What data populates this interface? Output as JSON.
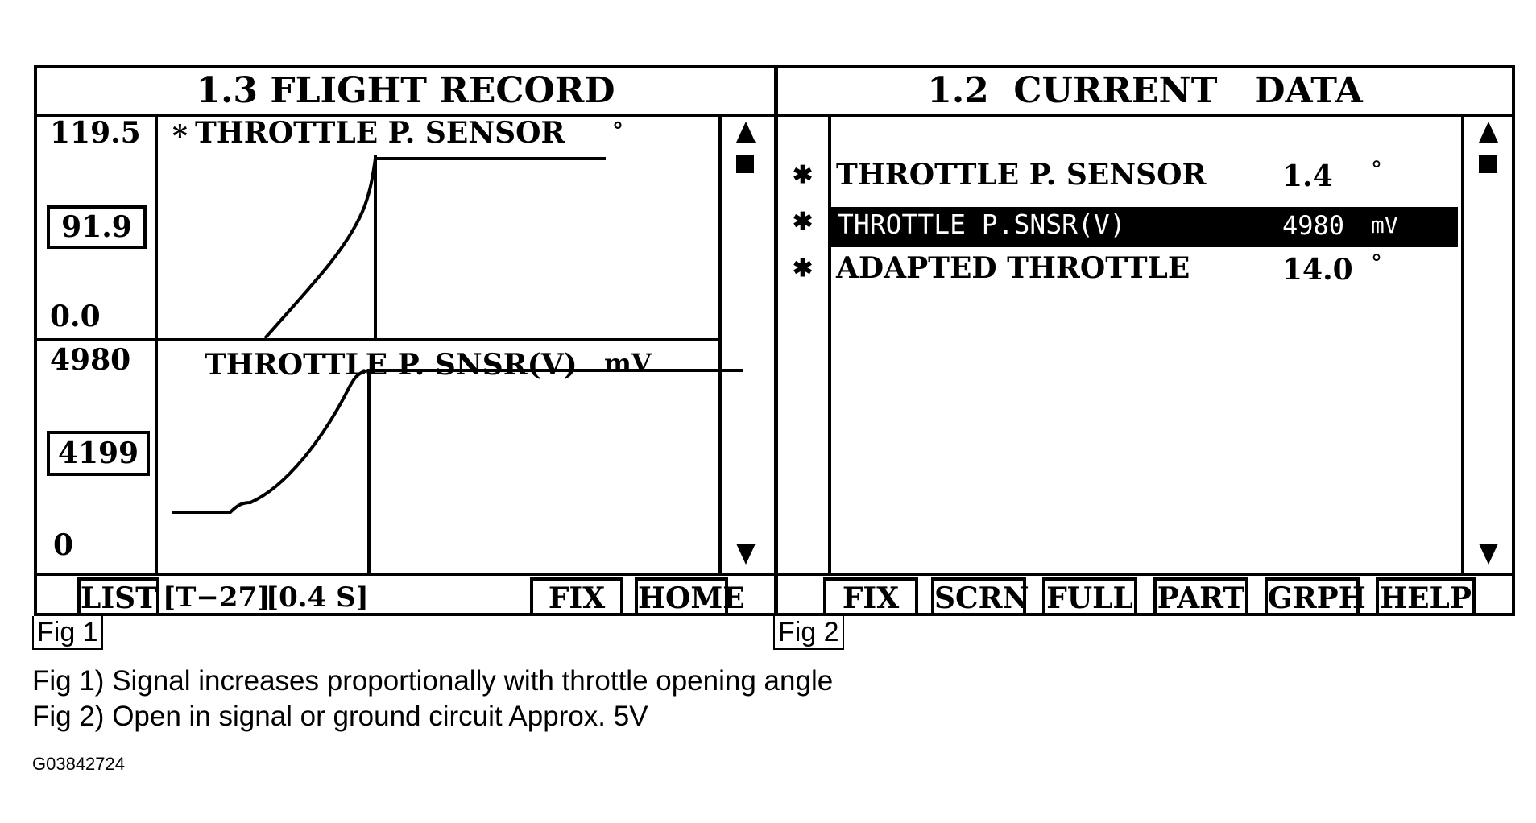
{
  "fig1": {
    "title": "1.3 FLIGHT RECORD",
    "scrollbar": {
      "up_icon": "triangle-up-icon",
      "thumb_icon": "square-thumb-icon",
      "down_icon": "triangle-down-icon"
    },
    "graph1": {
      "max": "119.5",
      "current": "91.9",
      "min": "0.0",
      "marker": "*",
      "label": "THROTTLE P. SENSOR",
      "unit": "°"
    },
    "graph2": {
      "max": "4980",
      "current": "4199",
      "min": "0",
      "label": "THROTTLE P. SNSR(V)",
      "unit": "mV"
    },
    "footer": {
      "list_label": "LIST",
      "trigger": "[T−27]",
      "time": "[0.4 S]",
      "fix_label": "FIX",
      "home_label": "HOME"
    },
    "fig_label": "Fig 1"
  },
  "fig2": {
    "title": "1.2  CURRENT   DATA",
    "rows": [
      {
        "marker": "✱",
        "name": "THROTTLE P. SENSOR",
        "value": "1.4",
        "unit": "°"
      },
      {
        "marker": "✱",
        "name": "THROTTLE P.SNSR(V)",
        "value": "4980",
        "unit": "mV"
      },
      {
        "marker": "✱",
        "name": "ADAPTED THROTTLE",
        "value": "14.0",
        "unit": "°"
      }
    ],
    "buttons": [
      "FIX",
      "SCRN",
      "FULL",
      "PART",
      "GRPH",
      "HELP"
    ],
    "fig_label": "Fig 2"
  },
  "captions": [
    "Fig 1) Signal increases proportionally with throttle opening angle",
    "Fig 2) Open in signal or ground circuit Approx. 5V"
  ],
  "image_code": "G03842724"
}
